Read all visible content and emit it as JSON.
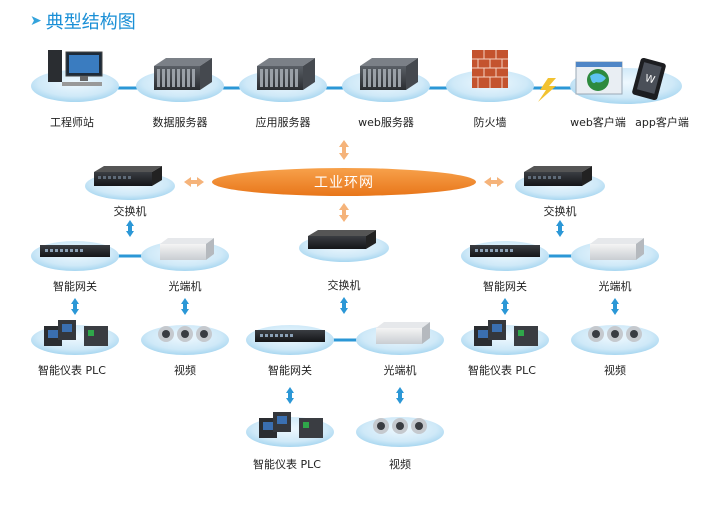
{
  "title": "典型结构图",
  "ring": "工业环网",
  "top": {
    "workstation": "工程师站",
    "db_server": "数据服务器",
    "app_server": "应用服务器",
    "web_server": "web服务器",
    "firewall": "防火墙",
    "web_client": "web客户端",
    "app_client": "app客户端"
  },
  "labels": {
    "switch": "交换机",
    "gateway": "智能网关",
    "fiber": "光端机",
    "meter_plc": "智能仪表  PLC",
    "video": "视频"
  },
  "colors": {
    "accent": "#1a8fd6",
    "ring": "#f0871e",
    "link": "#2b97d6",
    "arrow": "#f5b37a",
    "disk_top": "#d6ecf8",
    "disk_edge": "#9fd0ee"
  }
}
